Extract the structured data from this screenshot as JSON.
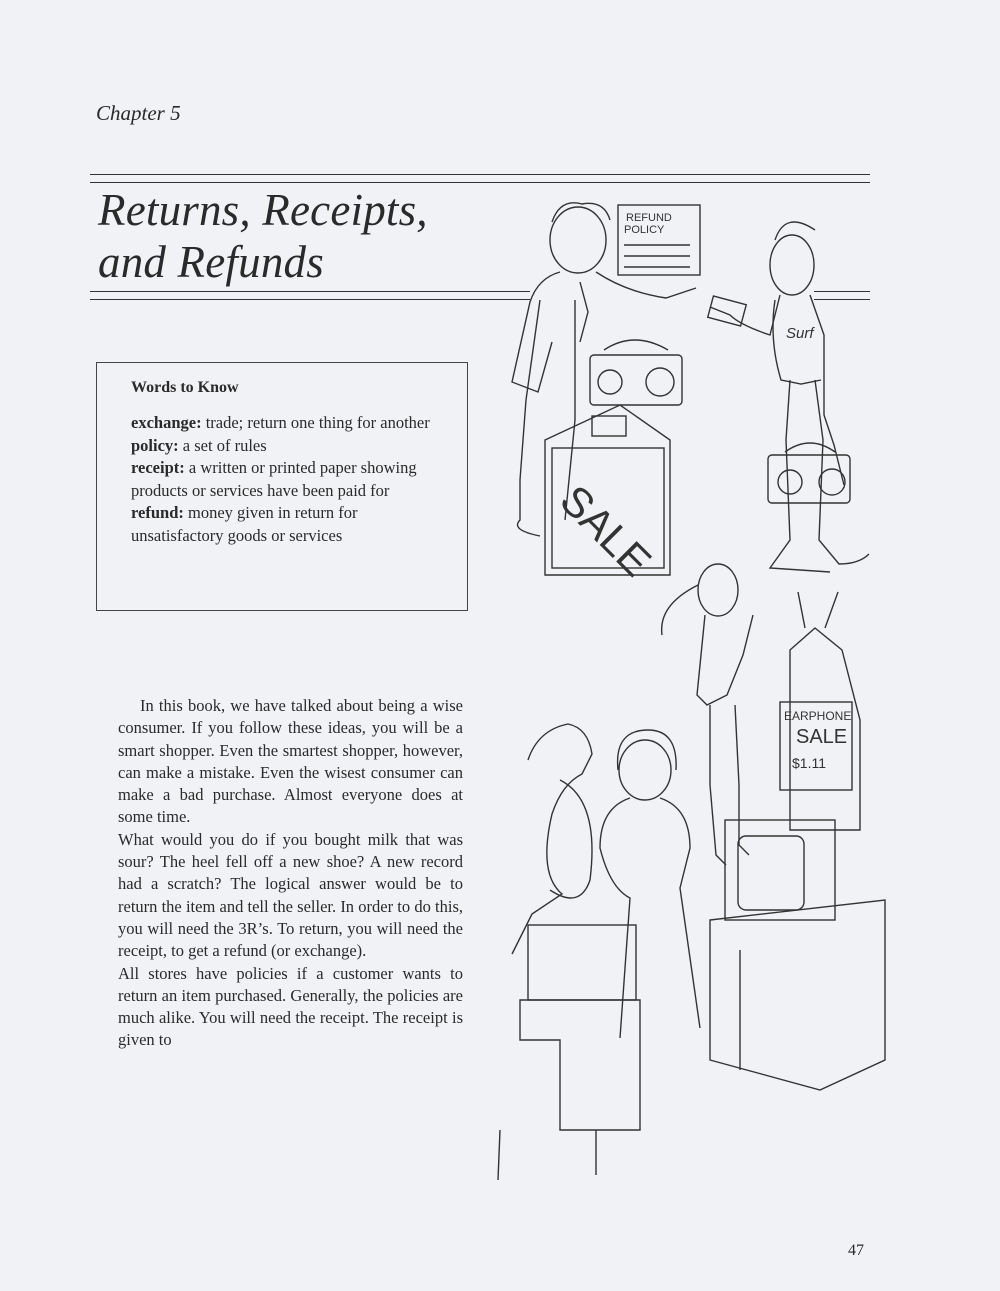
{
  "chapter_label": "Chapter 5",
  "title_line1": "Returns, Receipts,",
  "title_line2": "and Refunds",
  "words_to_know": {
    "heading": "Words to Know",
    "entries": [
      {
        "term": "exchange:",
        "definition": " trade; return one thing for another"
      },
      {
        "term": "policy:",
        "definition": " a set of rules"
      },
      {
        "term": "receipt:",
        "definition": " a written or printed paper showing products or services have been paid for"
      },
      {
        "term": "refund:",
        "definition": " money given in return for unsatisfactory goods or services"
      }
    ]
  },
  "paragraphs": [
    "In this book, we have talked about being a wise consumer. If you follow these ideas, you will be a smart shopper. Even the smartest shopper, however, can make a mistake. Even the wisest consumer can make a bad purchase. Almost everyone does at some time.",
    "What would you do if you bought milk that was sour? The heel fell off a new shoe? A new record had a scratch? The logical answer would be to return the item and tell the seller. In order to do this, you will need the 3R’s. To return, you will need the receipt, to get a refund (or exchange).",
    "All stores have policies if a customer wants to return an item purchased. Generally, the policies are much alike. You will need the receipt. The receipt is given to"
  ],
  "illustration_labels": {
    "sign_line1": "REFUND",
    "sign_line2": "POLICY",
    "shirt": "Surf",
    "counter": "SALE",
    "earphone_line1": "EARPHONE",
    "earphone_line2": "SALE",
    "earphone_price": "$1.11"
  },
  "page_number": "47"
}
